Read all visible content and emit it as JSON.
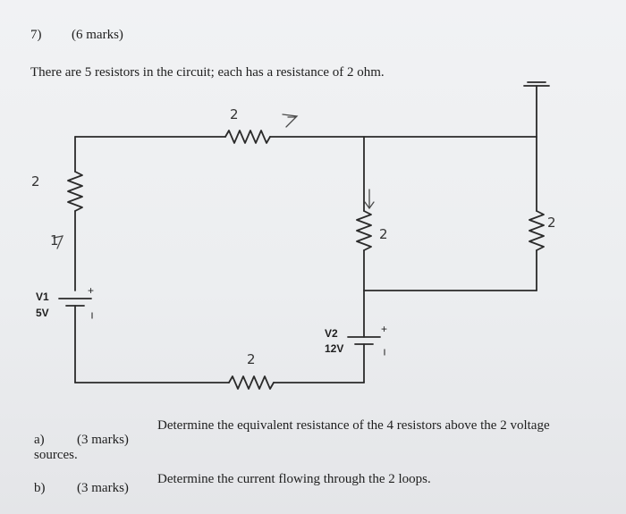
{
  "question": {
    "number": "7)",
    "marks": "(6 marks)",
    "statement": "There are 5 resistors in the circuit; each has a resistance of 2 ohm."
  },
  "circuit": {
    "v1_label": "V1",
    "v1_value": "5V",
    "v2_label": "V2",
    "v2_value": "12V",
    "plus_sign": "+",
    "handwritten_resistor_mark": "2",
    "handwritten_loop_mark": "1"
  },
  "parts": [
    {
      "label": "a)",
      "marks": "(3 marks)",
      "text": "Determine the equivalent resistance of the 4 resistors above the 2 voltage",
      "continuation": "sources."
    },
    {
      "label": "b)",
      "marks": "(3 marks)",
      "text": "Determine the current flowing through the 2 loops."
    }
  ]
}
